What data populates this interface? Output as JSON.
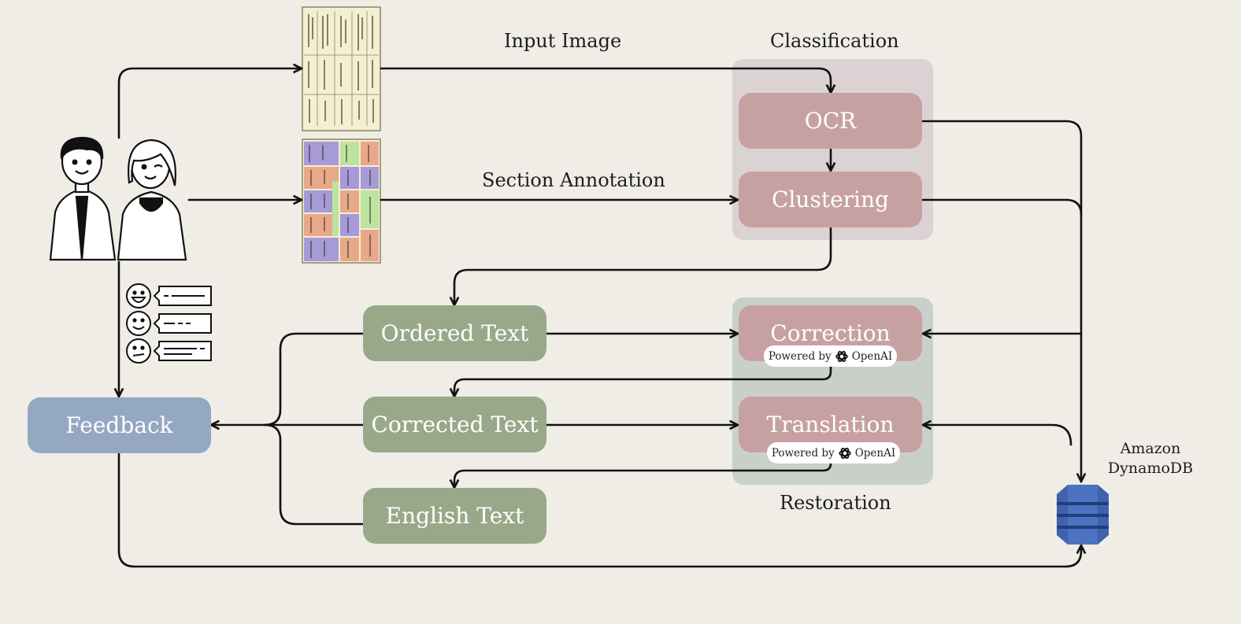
{
  "labels": {
    "input_image": "Input Image",
    "section_annotation": "Section Annotation",
    "classification": "Classification",
    "restoration": "Restoration",
    "amazon": "Amazon",
    "dynamodb": "DynamoDB"
  },
  "nodes": {
    "ocr": "OCR",
    "clustering": "Clustering",
    "correction": "Correction",
    "translation": "Translation",
    "ordered_text": "Ordered Text",
    "corrected_text": "Corrected Text",
    "english_text": "English Text",
    "feedback": "Feedback"
  },
  "badges": {
    "powered_by": "Powered by",
    "provider": "OpenAI"
  },
  "colors": {
    "background": "#efede6",
    "pink_node": "#c7a1a2",
    "green_node": "#9aa88a",
    "blue_node": "#94a8c3",
    "classification_panel": "#dbd2d3",
    "restoration_panel": "#c9d0ca",
    "dynamodb": "#3f62ad",
    "arrow": "#111111"
  },
  "icons": [
    "people-icon",
    "document-image-icon",
    "annotated-document-icon",
    "feedback-faces-icon",
    "openai-logo-icon",
    "dynamodb-icon"
  ]
}
